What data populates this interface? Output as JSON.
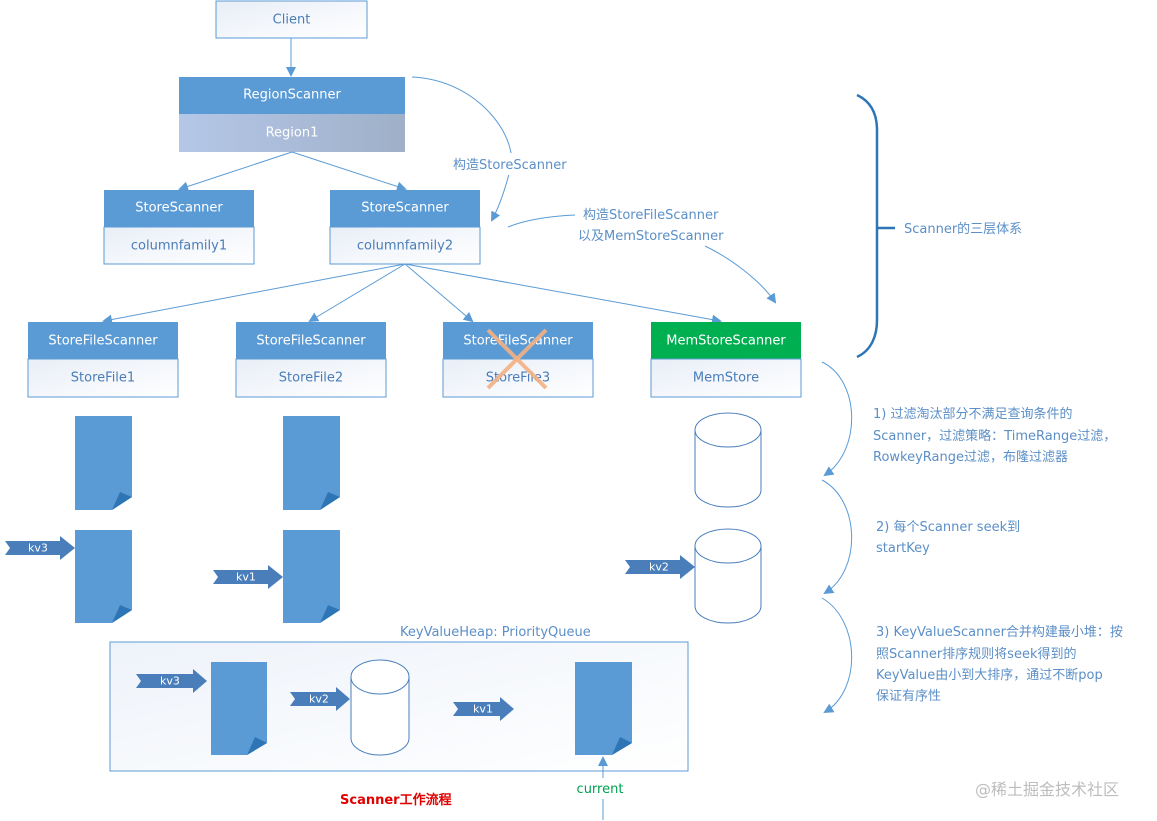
{
  "colors": {
    "box_head": "#5b9bd5",
    "box_head_green": "#00b050",
    "box_body_border": "#5b9bd5",
    "connector": "#5b9bd5",
    "brace": "#2e75b6",
    "kv_arrow": "#4a7ebb",
    "cross": "#f4b183",
    "title_red": "#e00000",
    "current_green": "#00a050",
    "watermark": "#bdbdbd"
  },
  "client": {
    "label": "Client"
  },
  "region": {
    "head": "RegionScanner",
    "body": "Region1"
  },
  "store_scanners": [
    {
      "head": "StoreScanner",
      "body": "columnfamily1"
    },
    {
      "head": "StoreScanner",
      "body": "columnfamily2"
    }
  ],
  "file_scanners": [
    {
      "head": "StoreFileScanner",
      "body": "StoreFile1",
      "filtered": false
    },
    {
      "head": "StoreFileScanner",
      "body": "StoreFile2",
      "filtered": false
    },
    {
      "head": "StoreFileScanner",
      "body": "StoreFile3",
      "filtered": true
    },
    {
      "head": "MemStoreScanner",
      "body": "MemStore",
      "filtered": false
    }
  ],
  "annotations": {
    "construct_store": "构造StoreScanner",
    "construct_file_line1": "构造StoreFileScanner",
    "construct_file_line2": "以及MemStoreScanner",
    "three_layer": "Scanner的三层体系"
  },
  "steps": [
    {
      "lines": [
        "1) 过滤淘汰部分不满足查询条件的",
        "Scanner，过滤策略：TimeRange过滤，",
        "RowkeyRange过滤，布隆过滤器"
      ]
    },
    {
      "lines": [
        "2) 每个Scanner seek到",
        "startKey"
      ]
    },
    {
      "lines": [
        "3) KeyValueScanner合并构建最小堆：按",
        "照Scanner排序规则将seek得到的",
        "KeyValue由小到大排序，通过不断pop",
        "保证有序性"
      ]
    }
  ],
  "seek_arrows": {
    "kv_a": "kv3",
    "kv_b": "kv1",
    "kv_c": "kv2"
  },
  "heap": {
    "title": "KeyValueHeap: PriorityQueue",
    "items": [
      "kv3",
      "kv2",
      "kv1"
    ],
    "pointer": "current"
  },
  "caption": "Scanner工作流程",
  "watermark": "@稀土掘金技术社区"
}
